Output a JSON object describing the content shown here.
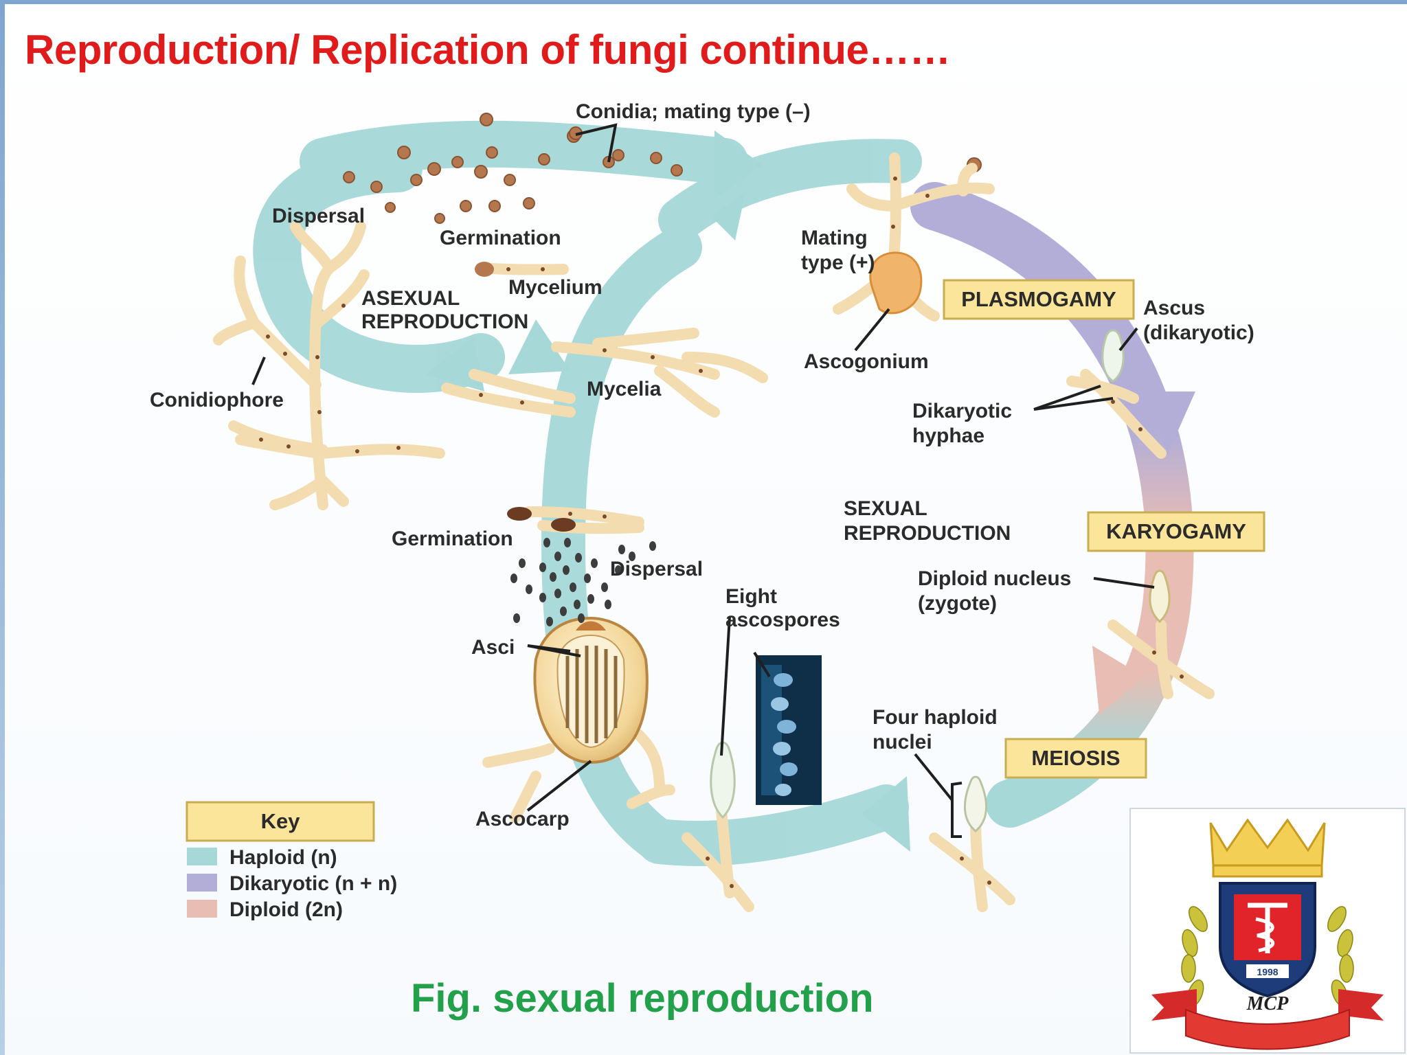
{
  "slide": {
    "title": "Reproduction/ Replication of fungi continue……",
    "caption": "Fig. sexual reproduction"
  },
  "labels": {
    "conidia": "Conidia; mating type (–)",
    "dispersal_top": "Dispersal",
    "germination_top": "Germination",
    "mycelium": "Mycelium",
    "asexual_1": "ASEXUAL",
    "asexual_2": "REPRODUCTION",
    "conidiophore": "Conidiophore",
    "mycelia": "Mycelia",
    "mating_1": "Mating",
    "mating_2": "type (+)",
    "ascogonium": "Ascogonium",
    "ascus_1": "Ascus",
    "ascus_2": "(dikaryotic)",
    "dikaryotic_1": "Dikaryotic",
    "dikaryotic_2": "hyphae",
    "sexual_1": "SEXUAL",
    "sexual_2": "REPRODUCTION",
    "diploid_1": "Diploid nucleus",
    "diploid_2": "(zygote)",
    "germination_bottom": "Germination",
    "dispersal_bottom": "Dispersal",
    "eight_1": "Eight",
    "eight_2": "ascospores",
    "asci": "Asci",
    "ascocarp": "Ascocarp",
    "four_1": "Four haploid",
    "four_2": "nuclei"
  },
  "stages": {
    "plasmogamy": "PLASMOGAMY",
    "karyogamy": "KARYOGAMY",
    "meiosis": "MEIOSIS"
  },
  "key": {
    "title": "Key",
    "items": [
      {
        "label": "Haploid (n)",
        "color": "#a6d8d8"
      },
      {
        "label": "Dikaryotic (n + n)",
        "color": "#b3aed8"
      },
      {
        "label": "Diploid (2n)",
        "color": "#e8bdb3"
      }
    ]
  },
  "logo": {
    "year": "1998",
    "initials": "MCP"
  },
  "colors": {
    "title": "#e01b1b",
    "caption": "#22a04a",
    "haploid": "#a6d8d8",
    "dikaryotic": "#b3aed8",
    "diploid": "#e8bdb3",
    "stage_box": "#fbe59a",
    "hypha": "#f3ddb0",
    "spore": "#b5784e"
  }
}
